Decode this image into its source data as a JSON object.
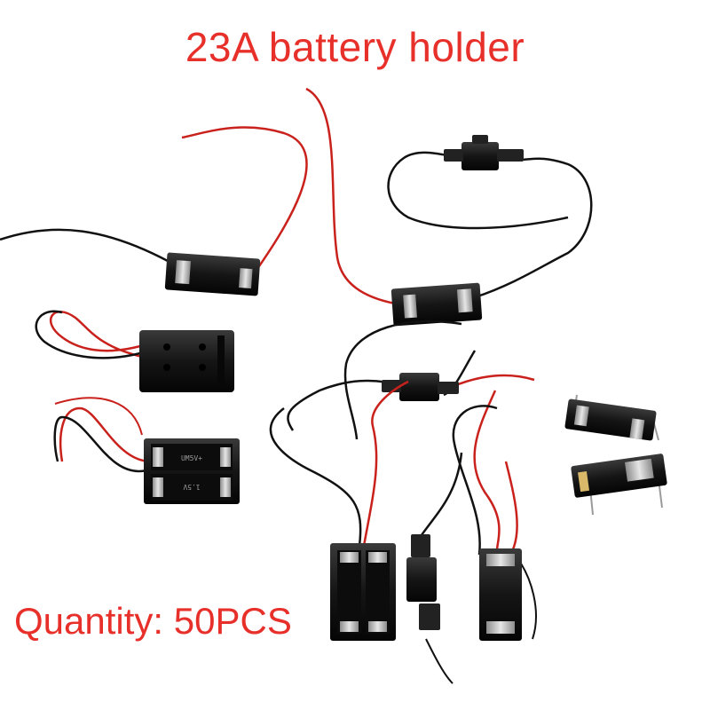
{
  "title": "23A battery holder",
  "quantity": "Quantity: 50PCS",
  "colors": {
    "text_red": "#e8302b",
    "wire_red": "#c9211c",
    "wire_black": "#111111",
    "plastic_black": "#1a1a1a",
    "spring_metal": "#b9b9b9"
  },
  "holder_markings": {
    "upper_cell": "UM5V+",
    "lower_cell": "1.5V"
  }
}
